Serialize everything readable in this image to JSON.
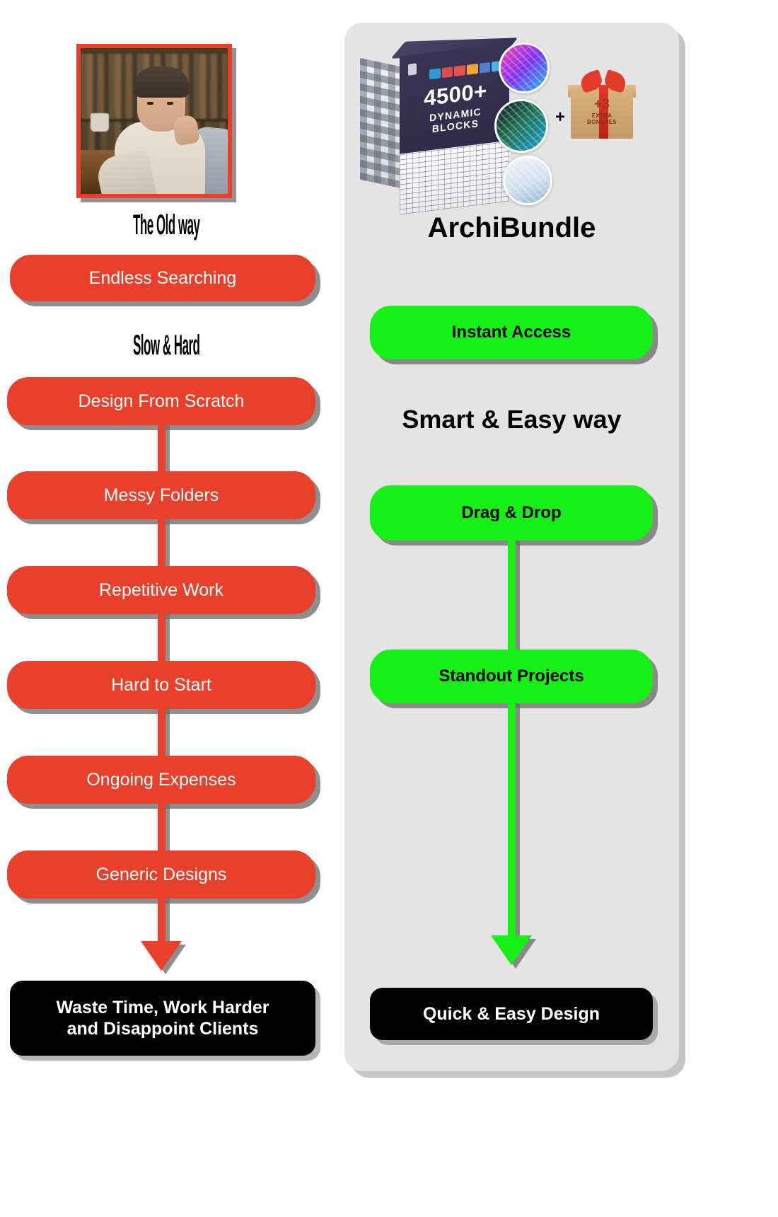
{
  "left": {
    "photo_alt": "frustrated-designer-photo",
    "heading_1": "The Old way",
    "heading_2": "Slow & Hard",
    "steps": [
      "Endless Searching",
      "Design From Scratch",
      "Messy Folders",
      "Repetitive Work",
      "Hard to Start",
      "Ongoing Expenses",
      "Generic Designs"
    ],
    "outcome_line_1": "Waste Time, Work Harder",
    "outcome_line_2": "and Disappoint Clients",
    "accent_color": "#e8402a",
    "shadow_color": "#6e6e6e"
  },
  "right": {
    "product": {
      "count_label": "4500+",
      "subtitle": "DYNAMIC BLOCKS",
      "plus": "+",
      "bonus_count": "+3",
      "bonus_line_1": "EXTRA",
      "bonus_line_2": "BONUSES"
    },
    "heading_1": "ArchiBundle",
    "heading_2": "Smart & Easy way",
    "steps": [
      "Instant Access",
      "Drag & Drop",
      "Standout Projects"
    ],
    "outcome": "Quick & Easy Design",
    "accent_color": "#16f016",
    "panel_color": "#e4e4e4"
  }
}
